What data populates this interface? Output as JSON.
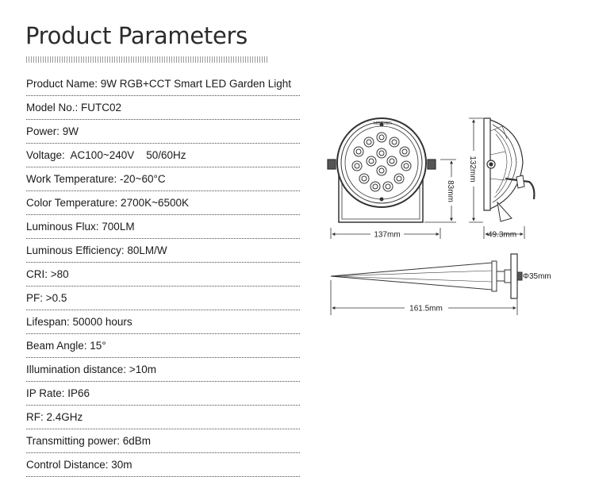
{
  "title": "Product Parameters",
  "params": [
    "Product Name: 9W RGB+CCT Smart LED Garden Light",
    "Model No.: FUTC02",
    "Power: 9W",
    "Voltage:  AC100~240V    50/60Hz",
    "Work Temperature: -20~60°C",
    "Color Temperature: 2700K~6500K",
    "Luminous Flux: 700LM",
    "Luminous Efficiency: 80LM/W",
    "CRI: >80",
    "PF: >0.5",
    "Lifespan: 50000 hours",
    "Beam Angle: 15°",
    "Illumination distance: >10m",
    "IP Rate: IP66",
    "RF: 2.4GHz",
    "Transmitting power: 6dBm",
    "Control Distance: 30m"
  ],
  "drawing": {
    "brand": "MiBOXER",
    "width_front": "137mm",
    "height_front": "83mm",
    "height_side": "132mm",
    "depth_side": "49.3mm",
    "spike_length": "161.5mm",
    "spike_diameter": "Φ35mm"
  }
}
